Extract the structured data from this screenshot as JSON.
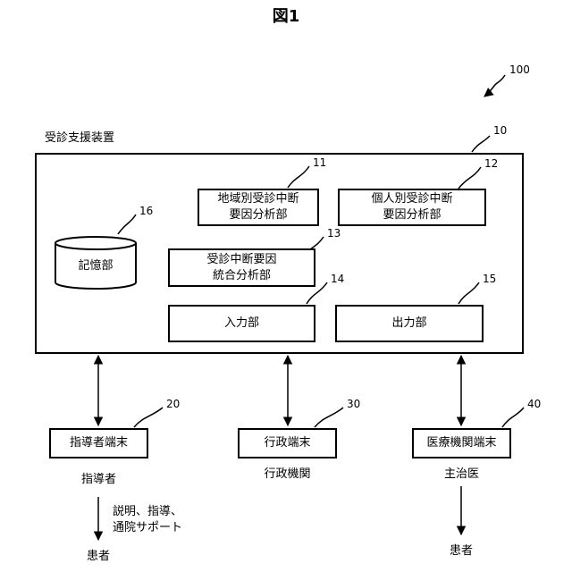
{
  "figure": {
    "title": "図1"
  },
  "refs": {
    "system": "100",
    "apparatus": "10",
    "regional": "11",
    "individual": "12",
    "integrated": "13",
    "input": "14",
    "output": "15",
    "storage": "16",
    "guide_terminal": "20",
    "admin_terminal": "30",
    "medical_terminal": "40"
  },
  "apparatus": {
    "label": "受診支援装置"
  },
  "units": {
    "regional": {
      "line1": "地域別受診中断",
      "line2": "要因分析部"
    },
    "individual": {
      "line1": "個人別受診中断",
      "line2": "要因分析部"
    },
    "integrated": {
      "line1": "受診中断要因",
      "line2": "統合分析部"
    },
    "storage": {
      "label": "記憶部"
    },
    "input": {
      "label": "入力部"
    },
    "output": {
      "label": "出力部"
    }
  },
  "terminals": {
    "guide": {
      "label": "指導者端末",
      "user": "指導者"
    },
    "admin": {
      "label": "行政端末",
      "user": "行政機関"
    },
    "medical": {
      "label": "医療機関端末",
      "user": "主治医"
    }
  },
  "actions": {
    "line1": "説明、指導、",
    "line2": "通院サポート"
  },
  "patients": {
    "left": "患者",
    "right": "患者"
  }
}
